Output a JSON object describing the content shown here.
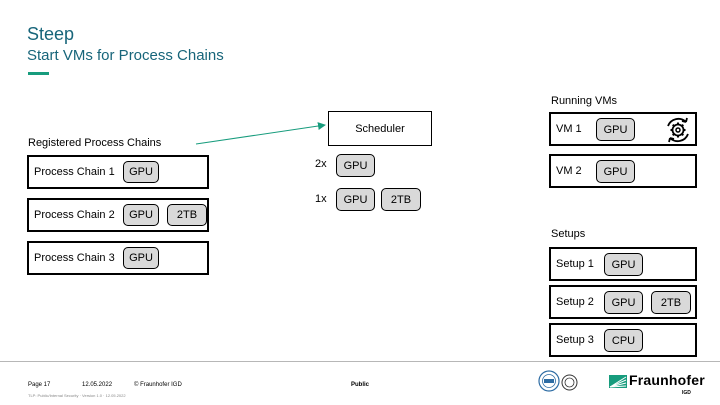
{
  "slide": {
    "title": "Steep",
    "subtitle": "Start VMs for Process Chains"
  },
  "registered": {
    "heading": "Registered Process Chains",
    "chains": [
      {
        "name": "Process Chain 1",
        "chips": [
          "GPU"
        ]
      },
      {
        "name": "Process Chain 2",
        "chips": [
          "GPU",
          "2TB"
        ]
      },
      {
        "name": "Process Chain 3",
        "chips": [
          "GPU"
        ]
      }
    ]
  },
  "scheduler": {
    "label": "Scheduler",
    "demands": [
      {
        "multiplier": "2x",
        "chips": [
          "GPU"
        ]
      },
      {
        "multiplier": "1x",
        "chips": [
          "GPU",
          "2TB"
        ]
      }
    ]
  },
  "running": {
    "heading": "Running VMs",
    "vms": [
      {
        "name": "VM 1",
        "chips": [
          "GPU"
        ],
        "icon": "gear-cycle-icon"
      },
      {
        "name": "VM 2",
        "chips": [
          "GPU"
        ]
      }
    ]
  },
  "setups": {
    "heading": "Setups",
    "items": [
      {
        "name": "Setup 1",
        "chips": [
          "GPU"
        ]
      },
      {
        "name": "Setup 2",
        "chips": [
          "GPU",
          "2TB"
        ]
      },
      {
        "name": "Setup 3",
        "chips": [
          "CPU"
        ]
      }
    ]
  },
  "footer": {
    "page": "Page 17",
    "date": "12.05.2022",
    "copyright": "© Fraunhofer IGD",
    "classification": "Public",
    "fine_print": "TLP: Public/Internal Security  · Version 1.0 · 12.05.2022",
    "brand": "Fraunhofer",
    "institute": "IGD"
  },
  "colors": {
    "title": "#17657a",
    "accent": "#179c7d",
    "arrow": "#179c7d",
    "chip_fill": "#d9d9d9",
    "brand_green": "#179c7d"
  }
}
